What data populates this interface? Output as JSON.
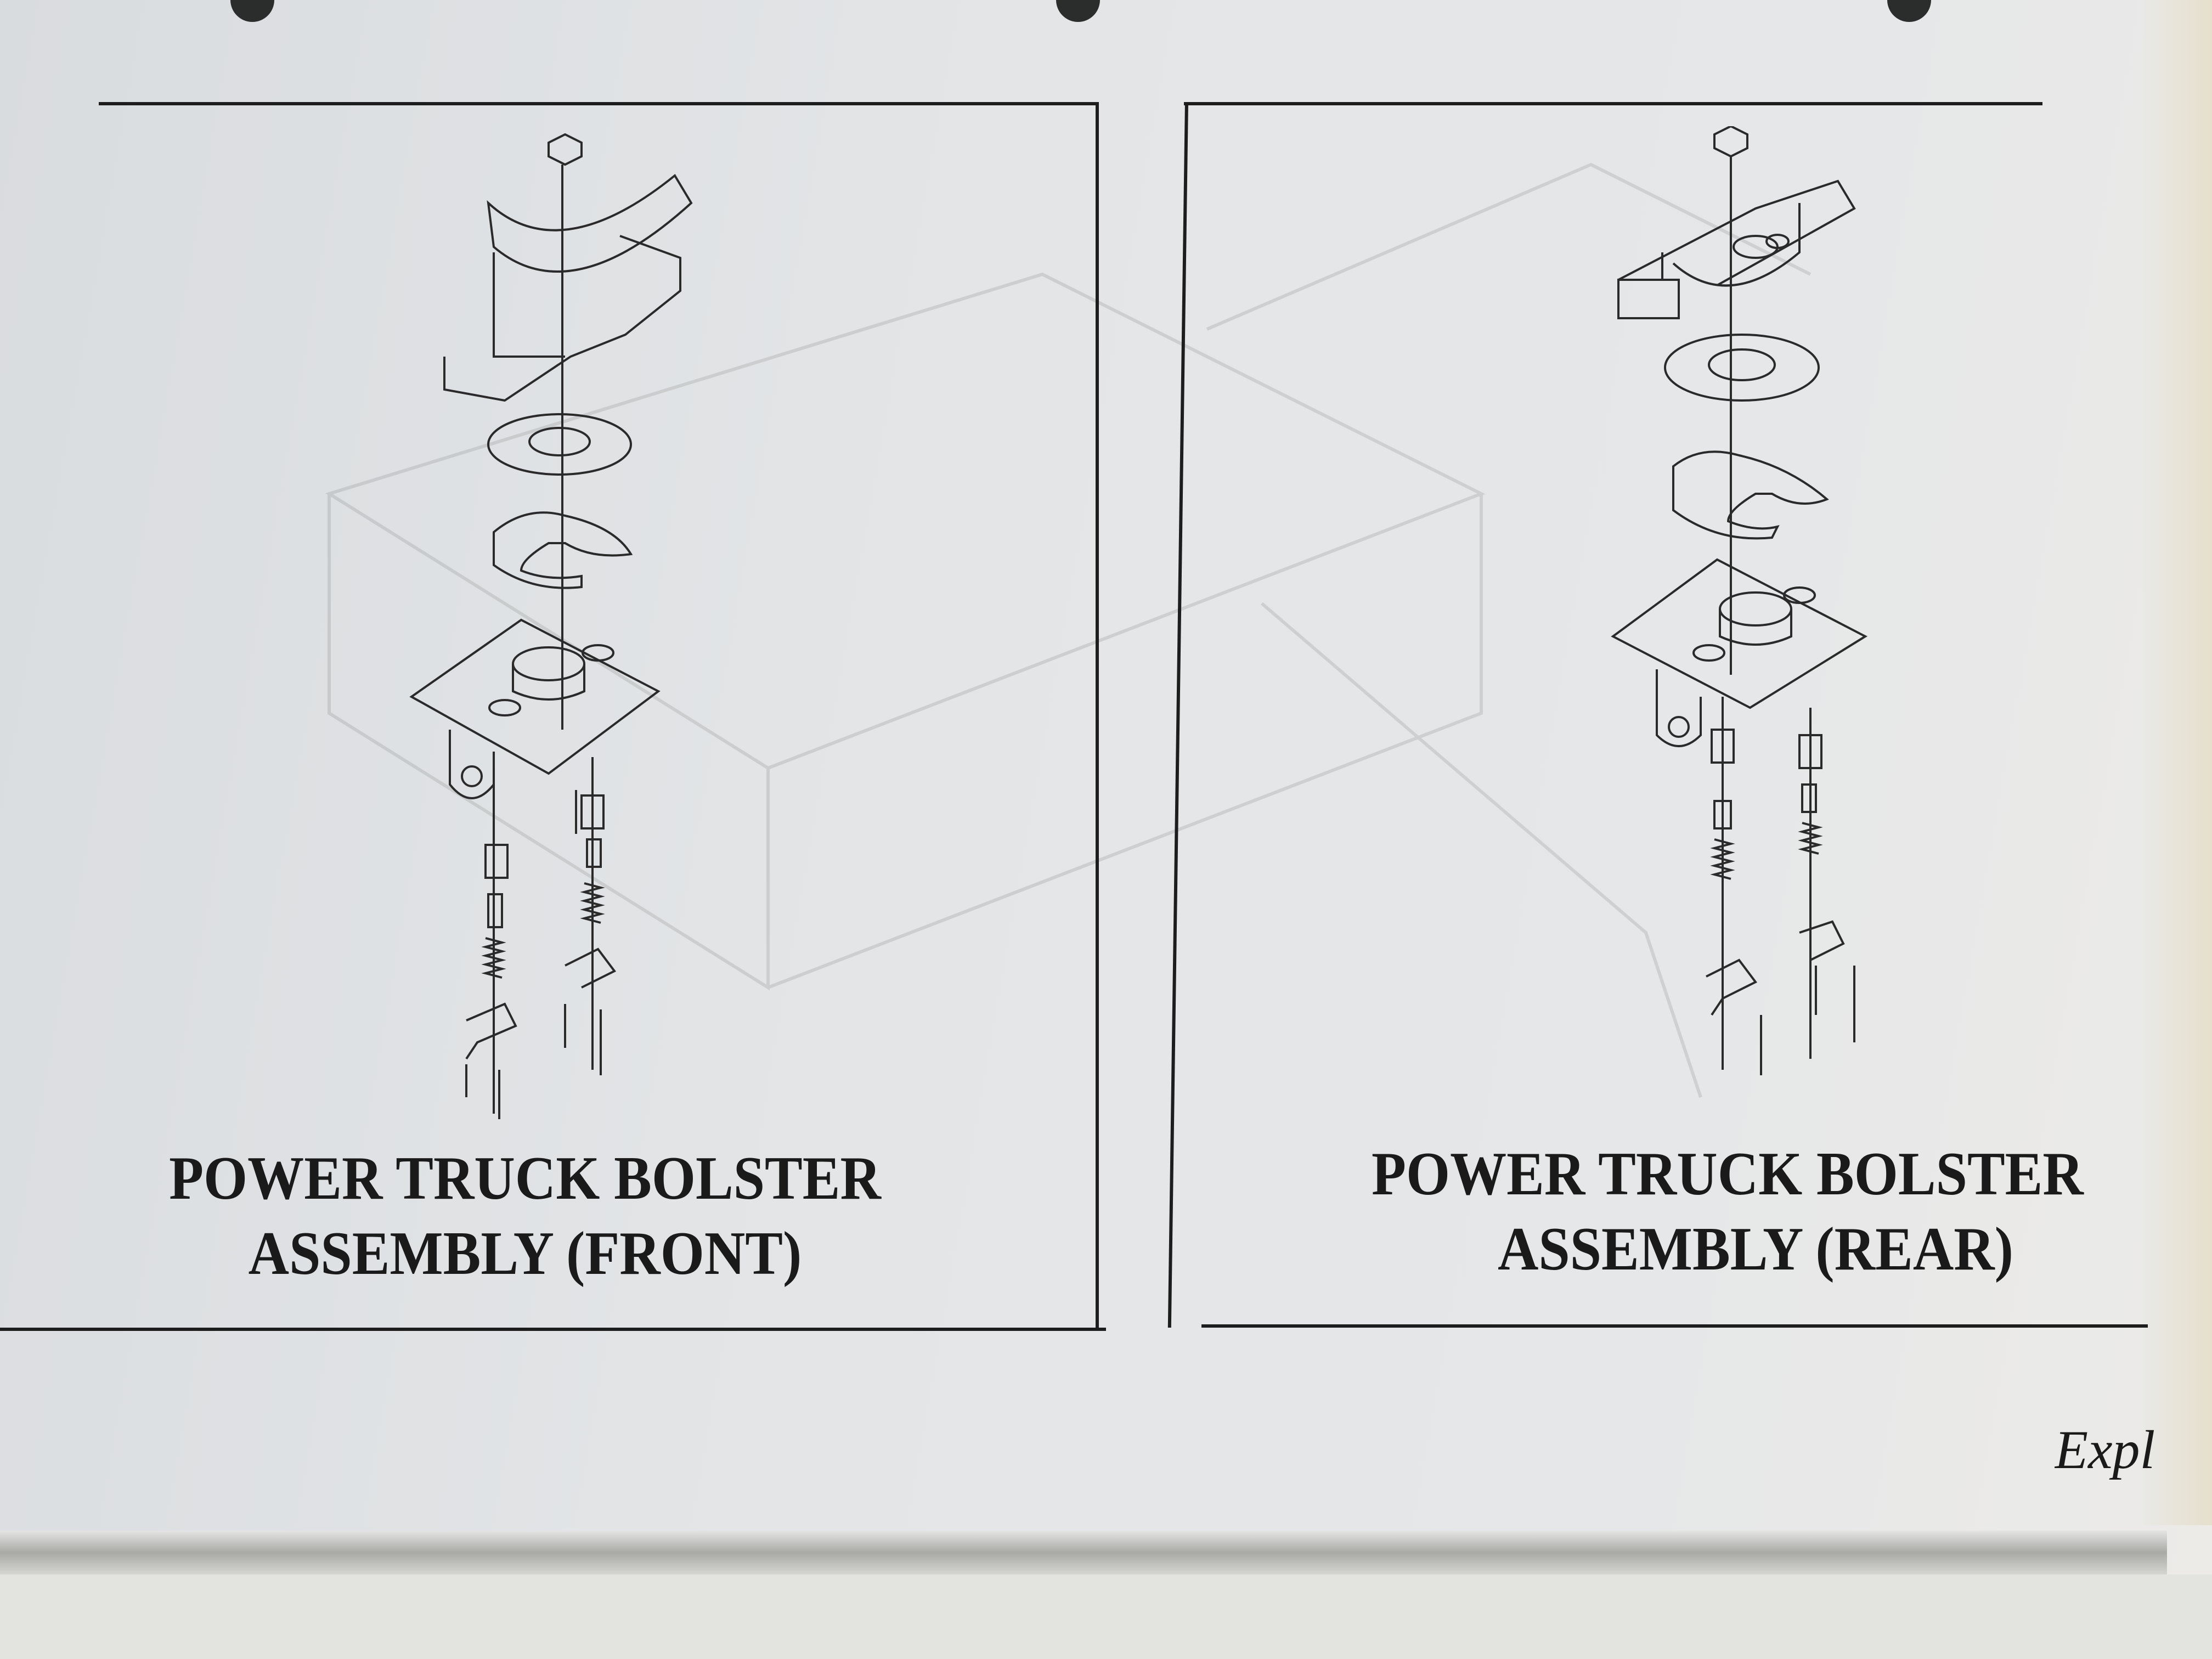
{
  "figures": [
    {
      "title_line1": "POWER TRUCK BOLSTER",
      "title_line2": "ASSEMBLY (FRONT)"
    },
    {
      "title_line1": "POWER TRUCK BOLSTER",
      "title_line2": "ASSEMBLY (REAR)"
    }
  ],
  "footer": {
    "text": "Explo"
  },
  "colors": {
    "paper": "#e3e5e7",
    "ink": "#1a1a1a"
  }
}
